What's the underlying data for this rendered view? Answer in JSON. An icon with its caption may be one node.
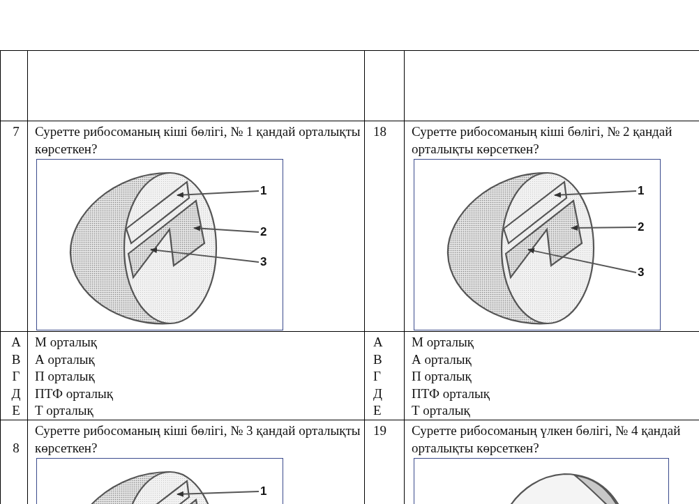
{
  "diagram": {
    "nodes": [
      {
        "text": [
          "1"
        ]
      },
      {
        "text": [
          "2"
        ]
      },
      {
        "text": [
          "3"
        ]
      },
      {
        "text": [
          "1"
        ]
      },
      {
        "text": [
          "2"
        ]
      },
      {
        "text": [
          "3"
        ]
      },
      {
        "text": [
          "1"
        ]
      }
    ],
    "edges": [
      {
        "from": 0,
        "to": null,
        "arrow": "to"
      },
      {
        "from": 1,
        "to": null,
        "arrow": "to"
      },
      {
        "from": 2,
        "to": null,
        "arrow": "to"
      },
      {
        "from": 3,
        "to": null,
        "arrow": "to"
      },
      {
        "from": 4,
        "to": null,
        "arrow": "to"
      },
      {
        "from": 5,
        "to": null,
        "arrow": "to"
      },
      {
        "from": 6,
        "to": null,
        "arrow": "to"
      }
    ],
    "labels": [
      "7",
      "Суретте рибосоманың кіші бөлігі, № 1 қандай орталықты көрсеткен?",
      "18",
      "Суретте рибосоманың кіші бөлігі, № 2 қандай орталықты көрсеткен?",
      "А",
      "В",
      "Г",
      "Д",
      "Е",
      "М орталық",
      "А орталық",
      "П орталық",
      "ПТФ орталық",
      "Т орталық",
      "А",
      "В",
      "Г",
      "Д",
      "Е",
      "М орталық",
      "А орталық",
      "П орталық",
      "ПТФ орталық",
      "Т орталық",
      "8",
      "Суретте рибосоманың кіші бөлігі, № 3 қандай орталықты көрсеткен?",
      "19",
      "Суретте рибосоманың үлкен бөлігі, № 4 қандай орталықты көрсеткен?"
    ]
  }
}
